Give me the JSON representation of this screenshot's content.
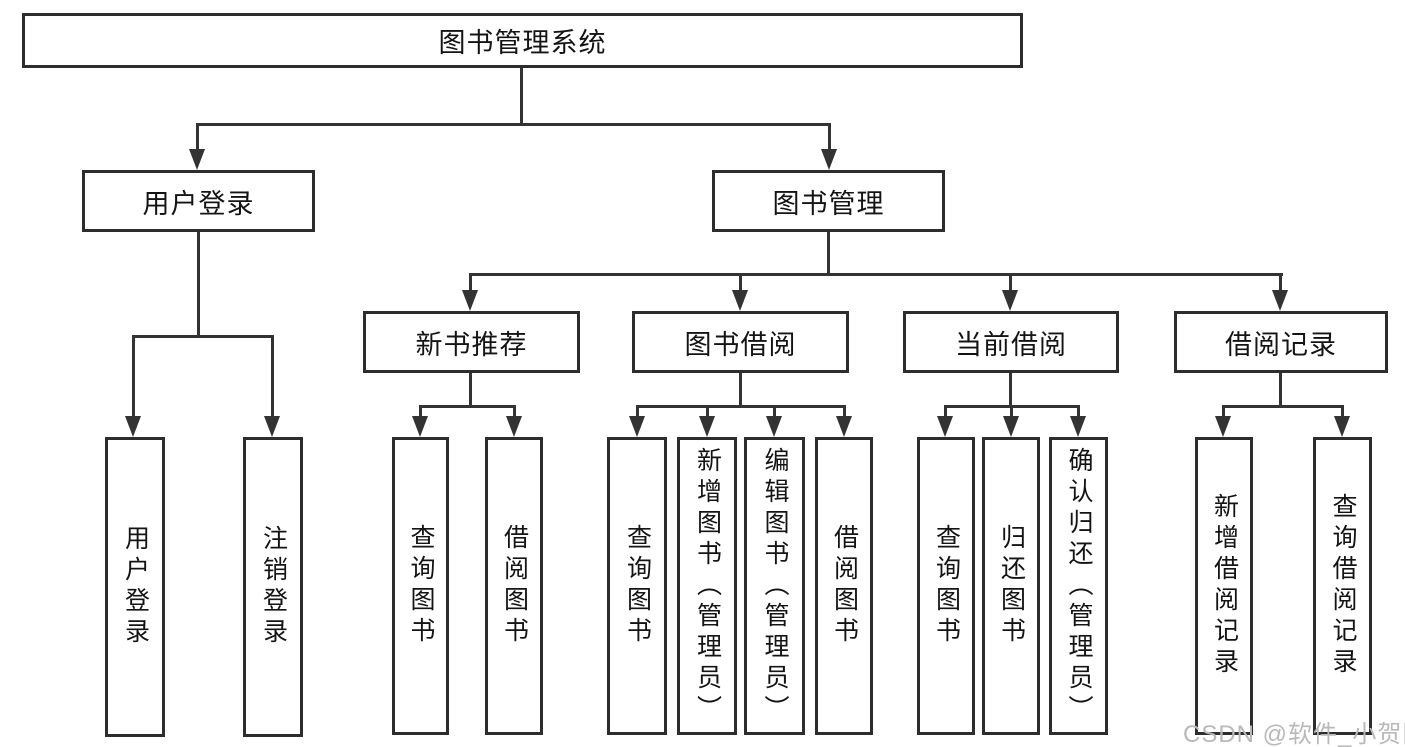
{
  "diagram": {
    "watermark": "CSDN @软件_小贺同学",
    "colors": {
      "line": "#333333",
      "box_border": "#2d2d2d",
      "text": "#141414",
      "watermark": "#b9b9b9",
      "background": "#ffffff"
    },
    "tree": {
      "label": "图书管理系统",
      "children": [
        {
          "label": "用户登录",
          "children": [
            {
              "label": "用户登录"
            },
            {
              "label": "注销登录"
            }
          ]
        },
        {
          "label": "图书管理",
          "children": [
            {
              "label": "新书推荐",
              "children": [
                {
                  "label": "查询图书"
                },
                {
                  "label": "借阅图书"
                }
              ]
            },
            {
              "label": "图书借阅",
              "children": [
                {
                  "label": "查询图书"
                },
                {
                  "label": "新增图书（管理员）"
                },
                {
                  "label": "编辑图书（管理员）"
                },
                {
                  "label": "借阅图书"
                }
              ]
            },
            {
              "label": "当前借阅",
              "children": [
                {
                  "label": "查询图书"
                },
                {
                  "label": "归还图书"
                },
                {
                  "label": "确认归还（管理员）"
                }
              ]
            },
            {
              "label": "借阅记录",
              "children": [
                {
                  "label": "新增借阅记录"
                },
                {
                  "label": "查询借阅记录"
                }
              ]
            }
          ]
        }
      ]
    }
  }
}
